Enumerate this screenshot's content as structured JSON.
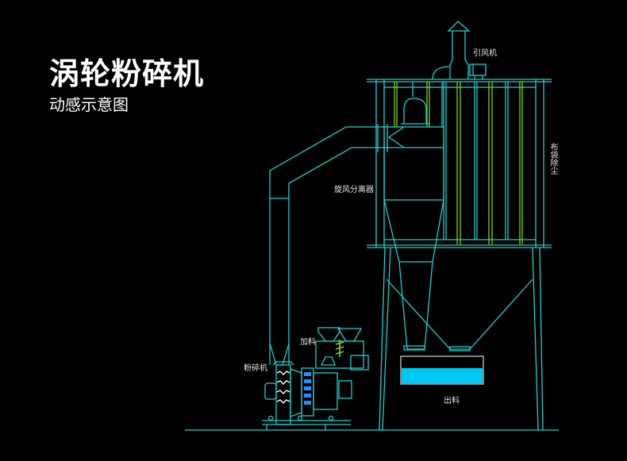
{
  "header": {
    "title": "涡轮粉碎机",
    "subtitle": "动感示意图"
  },
  "labels": {
    "induced_fan": "引风机",
    "bag_dust_collector": "布袋除尘",
    "cyclone_separator": "旋风分离器",
    "feeding": "加料",
    "pulverizer": "粉碎机",
    "discharge": "出料"
  },
  "colors": {
    "line": "#1fd0d0",
    "filter_bag": "#7fd31f",
    "bin_fill": "#00c8f0",
    "motor_blue": "#2a8cff",
    "text": "#e6e6e6"
  }
}
